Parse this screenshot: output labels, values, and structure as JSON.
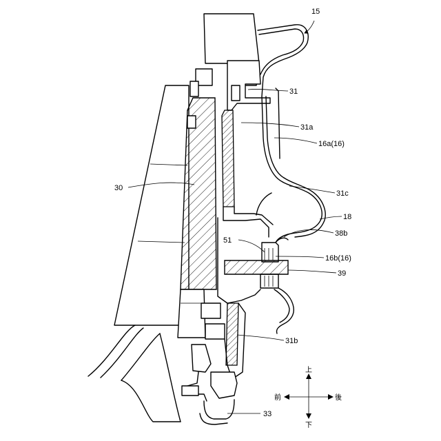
{
  "callouts": {
    "c15": "15",
    "c31": "31",
    "c31a": "31a",
    "c16a": "16a(16)",
    "c30": "30",
    "c31c": "31c",
    "c18": "18",
    "c38b": "38b",
    "c51": "51",
    "c16b": "16b(16)",
    "c39": "39",
    "c31b": "31b",
    "c33": "33"
  },
  "direction_legend": {
    "up": "上",
    "down": "下",
    "front": "前",
    "rear": "後"
  }
}
